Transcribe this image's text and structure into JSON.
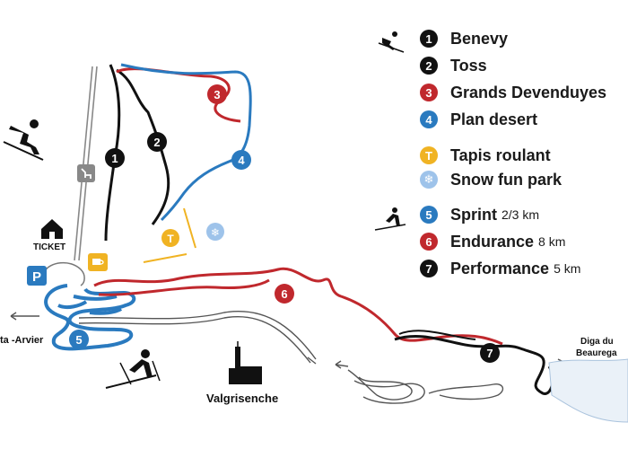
{
  "legend": {
    "alpine": [
      {
        "num": "1",
        "label": "Benevy",
        "color": "#111111"
      },
      {
        "num": "2",
        "label": "Toss",
        "color": "#111111"
      },
      {
        "num": "3",
        "label": "Grands Devenduyes",
        "color": "#c0282d"
      },
      {
        "num": "4",
        "label": "Plan desert",
        "color": "#2a7abf"
      }
    ],
    "facilities": [
      {
        "symbol": "T",
        "label": "Tapis roulant",
        "color": "#f0b323"
      },
      {
        "symbol": "❄",
        "label": "Snow fun park",
        "color": "#9ec3ea"
      }
    ],
    "nordic": [
      {
        "num": "5",
        "label": "Sprint",
        "distance": "2/3 km",
        "color": "#2a7abf"
      },
      {
        "num": "6",
        "label": "Endurance",
        "distance": "8 km",
        "color": "#c0282d"
      },
      {
        "num": "7",
        "label": "Performance",
        "distance": "5 km",
        "color": "#111111"
      }
    ]
  },
  "places": {
    "ticket": "TICKET",
    "parking": "P",
    "arvier": "ta -Arvier",
    "village": "Valgrisenche",
    "dam_line1": "Diga du",
    "dam_line2": "Beaurega"
  },
  "markers": {
    "m1": "1",
    "m2": "2",
    "m3": "3",
    "m4": "4",
    "m5": "5",
    "m6": "6",
    "m7": "7",
    "tapis": "T",
    "snow": "❄"
  },
  "colors": {
    "black_run": "#111111",
    "red_run": "#c0282d",
    "blue_run": "#2a7abf",
    "yellow": "#f0b323",
    "snow": "#9ec3ea",
    "lift": "#888888"
  },
  "icons": [
    "skier-icon",
    "ski-lift-icon",
    "ticket-hut-icon",
    "parking-icon",
    "cafe-icon",
    "church-icon",
    "cross-country-skier-icon",
    "snowflake-icon"
  ]
}
